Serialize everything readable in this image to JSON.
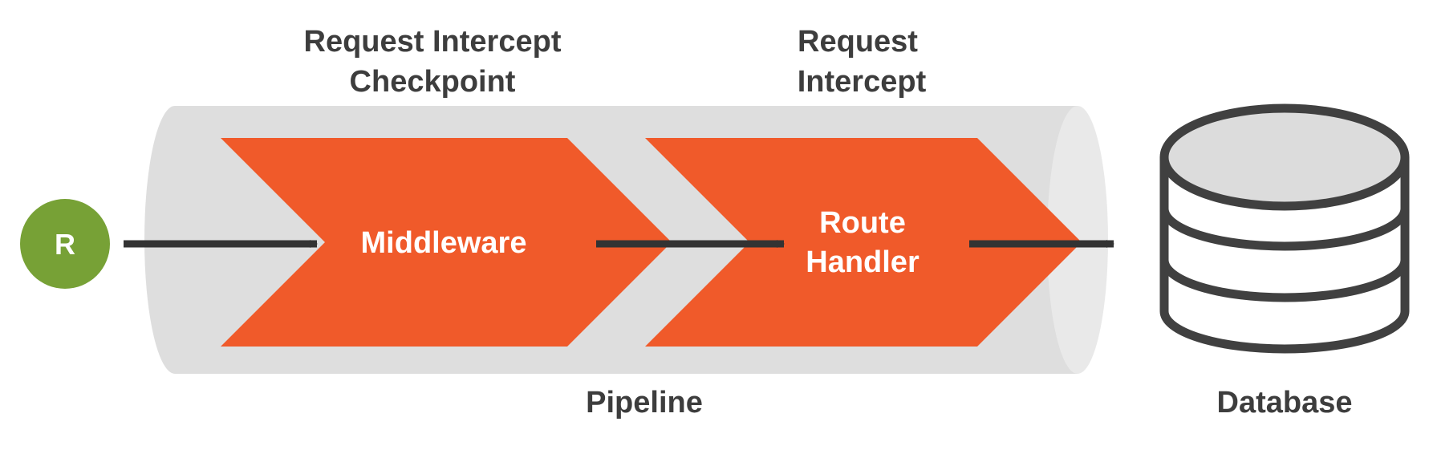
{
  "colors": {
    "pipe": "#dedede",
    "pipe_end": "#e9e9e9",
    "stage_fill": "#f05a2a",
    "arrow": "#333333",
    "request_node": "#77a136",
    "database_stroke": "#404040",
    "database_top": "#dcdcdc",
    "text_dark": "#3d3d3d",
    "text_light": "#ffffff"
  },
  "request_node": {
    "label": "R",
    "icon": "request-circle"
  },
  "stages": [
    {
      "title_lines": [
        "Request Intercept",
        "Checkpoint"
      ],
      "label_lines": [
        "Middleware"
      ]
    },
    {
      "title_lines": [
        "Request",
        "Intercept"
      ],
      "label_lines": [
        "Route",
        "Handler"
      ]
    }
  ],
  "pipeline": {
    "label": "Pipeline"
  },
  "database": {
    "label": "Database",
    "icon": "database-cylinder"
  }
}
